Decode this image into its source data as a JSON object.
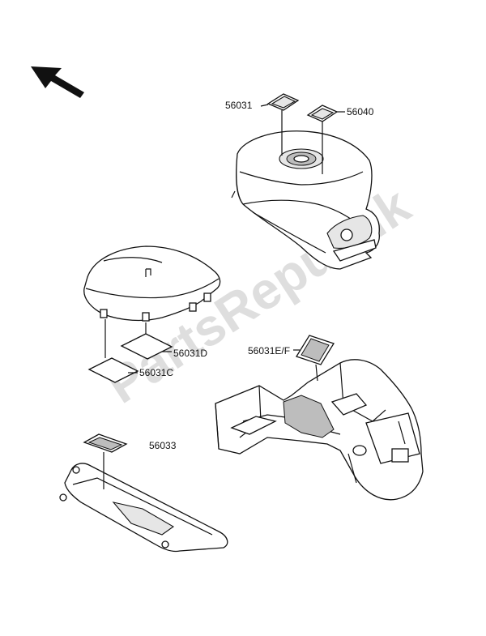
{
  "watermark": "PartsRepublik",
  "labels": {
    "tank_decal_left": "56031",
    "tank_decal_right": "56040",
    "seat_decal_upper": "56031D",
    "seat_decal_lower": "56031C",
    "fender_decal": "56031E/F",
    "chain_cover_decal": "56033"
  },
  "icons": {
    "direction": "direction-arrow-icon"
  }
}
